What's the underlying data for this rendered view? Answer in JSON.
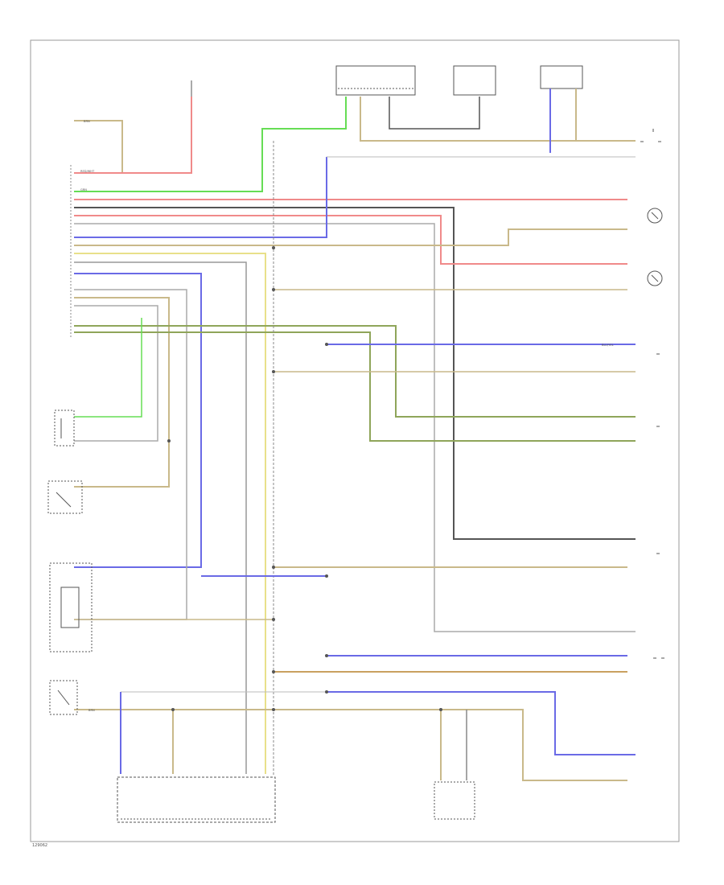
{
  "diagram_code": "129062",
  "colors": {
    "red": "#f08a8a",
    "green": "#66dd55",
    "blue": "#6a6ae6",
    "tan": "#c9b98a",
    "yellow": "#e8e08a",
    "gray": "#aaaaaa",
    "dark": "#555555",
    "frame": "#9a9a9a"
  },
  "wire_labels": {
    "brn_tan": "BRN",
    "red_wht": "RED/WHT",
    "grn": "GRN",
    "blu_yel": "BLU/YEL",
    "brn": "BRN"
  },
  "icons": {
    "lamp": "bulb-circle-icon",
    "switch": "switch-icon",
    "ground": "ground-arrow-icon"
  }
}
